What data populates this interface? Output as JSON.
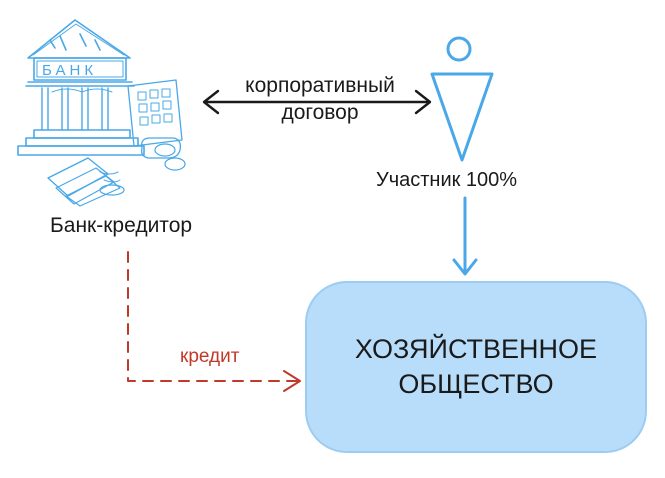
{
  "bank": {
    "sign_text": "БАНК",
    "label": "Банк-кредитор"
  },
  "contract": {
    "line1": "корпоративный",
    "line2": "договор"
  },
  "participant": {
    "label": "Участник 100%"
  },
  "credit": {
    "label": "кредит"
  },
  "company": {
    "line1": "ХОЗЯЙСТВЕННОЕ",
    "line2": "ОБЩЕСТВО"
  },
  "colors": {
    "sketch_blue": "#4aa8e8",
    "box_fill": "#b8ddfb",
    "credit_red": "#c0392b",
    "dark_ink": "#1a1a1a"
  }
}
